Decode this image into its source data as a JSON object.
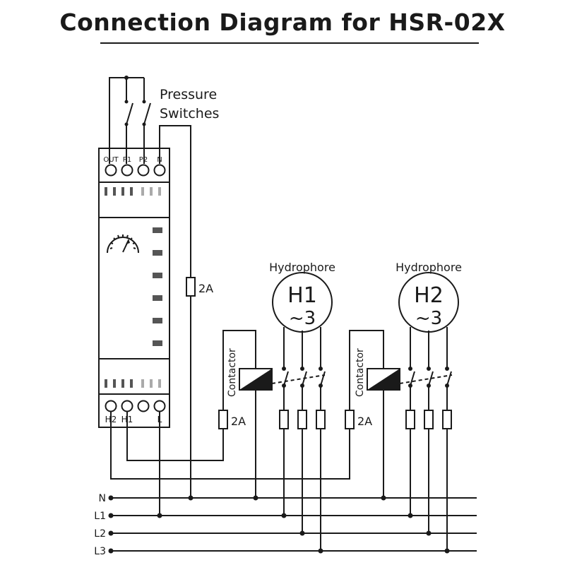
{
  "title": "Connection Diagram for HSR-02X",
  "pressure_label": [
    "Pressure",
    "Switches"
  ],
  "relay": {
    "top_terminals": [
      "OUT",
      "P1",
      "P2",
      "N"
    ],
    "bottom_terminals": [
      "H2",
      "H1",
      "L"
    ]
  },
  "fuse_label": "2A",
  "contactor_label": "Contactor",
  "pumps": [
    {
      "header": "Hydrophore",
      "name": "H1",
      "phase": "~3"
    },
    {
      "header": "Hydrophore",
      "name": "H2",
      "phase": "~3"
    }
  ],
  "lines": [
    "N",
    "L1",
    "L2",
    "L3"
  ],
  "colors": {
    "ink": "#1a1a1a",
    "led_dark": "#555555",
    "led_light": "#aaaaaa"
  }
}
